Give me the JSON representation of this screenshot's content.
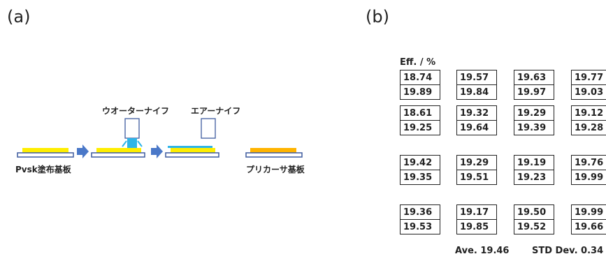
{
  "panel_a_label": "(a)",
  "panel_b_label": "(b)",
  "diagram": {
    "label_water_knife": "ウオーターナイフ",
    "label_air_knife": "エアーナイフ",
    "label_start": "Pvsk塗布基板",
    "label_end": "プリカーサ基板",
    "colors": {
      "film": "#ffee00",
      "substrate_border": "#3d5a9e",
      "arrow": "#4a78c8",
      "water": "#2fb5e8",
      "precursor": "#ffb400"
    }
  },
  "grid": {
    "header": "Eff. / %",
    "columns": [
      [
        "18.74",
        "19.89",
        "18.61",
        "19.25",
        "19.42",
        "19.35",
        "19.36",
        "19.53"
      ],
      [
        "19.57",
        "19.84",
        "19.32",
        "19.64",
        "19.29",
        "19.51",
        "19.17",
        "19.85"
      ],
      [
        "19.63",
        "19.97",
        "19.29",
        "19.39",
        "19.19",
        "19.23",
        "19.50",
        "19.52"
      ],
      [
        "19.77",
        "19.03",
        "19.12",
        "19.28",
        "19.76",
        "19.99",
        "19.99",
        "19.66"
      ]
    ]
  },
  "summary": {
    "ave_label": "Ave.",
    "ave_value": "19.46",
    "std_label": "STD Dev.",
    "std_value": "0.34"
  }
}
